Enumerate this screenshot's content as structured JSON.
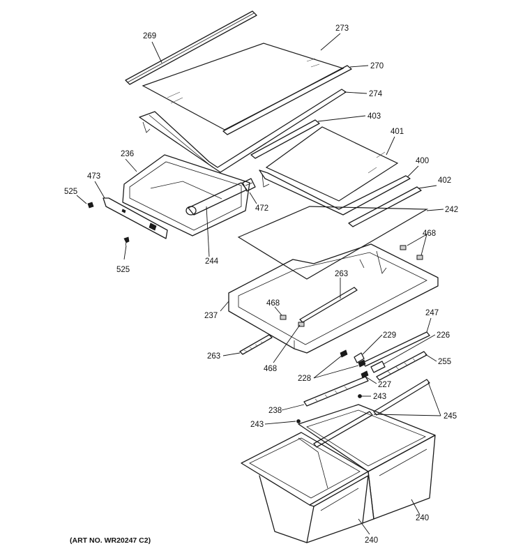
{
  "art_number": "(ART NO. WR20247 C2)",
  "callouts": {
    "p269": "269",
    "p273": "273",
    "p270": "270",
    "p274": "274",
    "p403": "403",
    "p401": "401",
    "p400": "400",
    "p402": "402",
    "p242": "242",
    "p236": "236",
    "p473": "473",
    "p525a": "525",
    "p472": "472",
    "p244": "244",
    "p525b": "525",
    "p468a": "468",
    "p263a": "263",
    "p468b": "468",
    "p237": "237",
    "p263b": "263",
    "p468c": "468",
    "p247": "247",
    "p229": "229",
    "p226": "226",
    "p255": "255",
    "p228": "228",
    "p227": "227",
    "p243a": "243",
    "p238": "238",
    "p245": "245",
    "p243b": "243",
    "p240a": "240",
    "p240b": "240"
  }
}
